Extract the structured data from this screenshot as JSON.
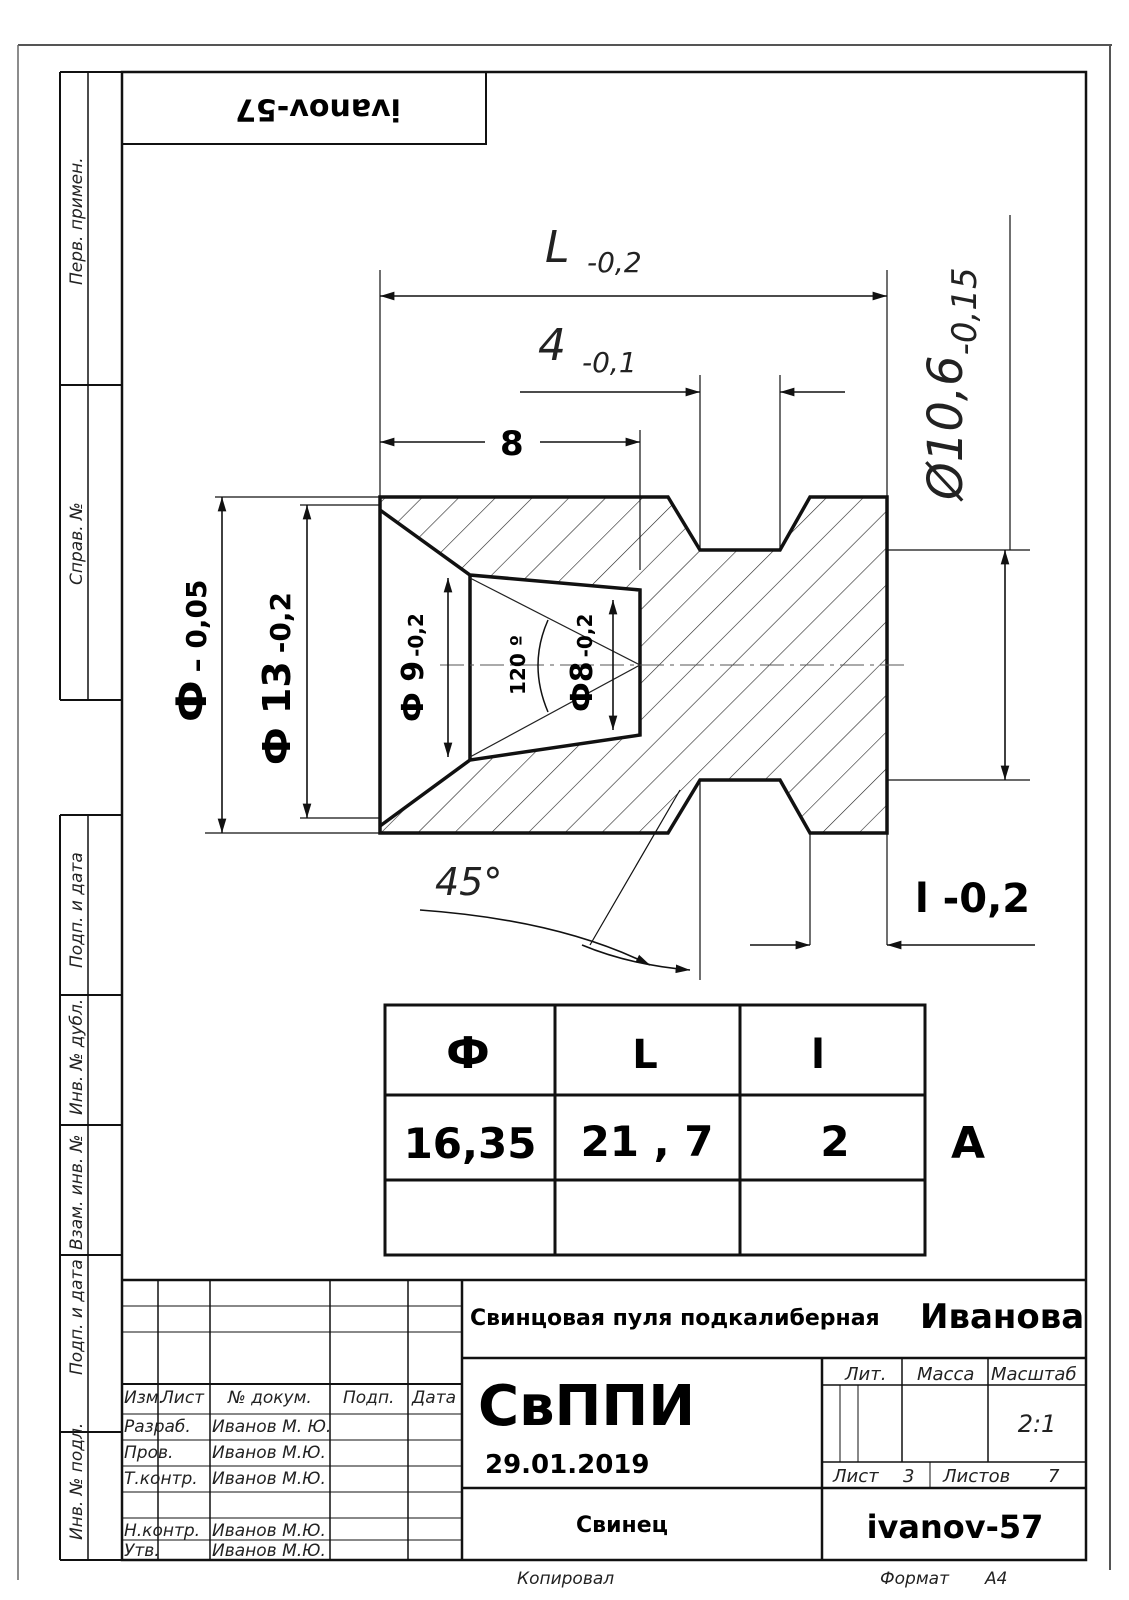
{
  "stamp_top": "ivanov-57",
  "side_labels": {
    "perv_primen": "Перв. примен.",
    "sprav_no": "Справ. №",
    "podp_data_1": "Подп. и дата",
    "inv_dubl": "Инв. № дубл.",
    "vzam_inv": "Взам. инв. №",
    "podp_data_2": "Подп. и дата",
    "inv_podl": "Инв. № подл."
  },
  "dimensions": {
    "L": "L",
    "L_tol": "-0,2",
    "four": "4",
    "four_tol": "-0,1",
    "eight": "8",
    "d106": "Ø10,6",
    "d106_tol": "-0,15",
    "phi": "Ф",
    "phi_tol": "– 0,05",
    "phi13": "Ф 13",
    "phi13_tol": "-0,2",
    "phi9": "Ф 9",
    "phi9_tol": "-0,2",
    "phi8": "Ф8",
    "phi8_tol": "-0,2",
    "angle120": "120 º",
    "angle45": "45°",
    "l_tol": "l -0,2"
  },
  "param_table": {
    "headers": [
      "Ф",
      "L",
      "l"
    ],
    "rows": [
      [
        "16,35",
        "21 , 7",
        "2"
      ],
      [
        "",
        "",
        ""
      ]
    ],
    "variant": "A"
  },
  "title_block": {
    "product_name": "Свинцовая пуля подкалиберная",
    "author": "Иванова",
    "designation": "СвППИ",
    "date": "29.01.2019",
    "material": "Свинец",
    "code": "ivanov-57",
    "col_izm": "Изм.",
    "col_list": "Лист",
    "col_ndokum": "№ докум.",
    "col_podp": "Подп.",
    "col_data": "Дата",
    "r_razrab": "Разраб.",
    "r_prov": "Пров.",
    "r_tkontr": "Т.контр.",
    "r_nkontr": "Н.контр.",
    "r_utv": "Утв.",
    "n_razrab": "Иванов М. Ю.",
    "n_prov": "Иванов М.Ю.",
    "n_tkontr": "Иванов М.Ю.",
    "n_nkontr": "Иванов М.Ю.",
    "n_utv": "Иванов М.Ю.",
    "lit": "Лит.",
    "massa": "Масса",
    "masshtab": "Масштаб",
    "scale": "2:1",
    "list": "Лист",
    "list_no": "3",
    "listov": "Листов",
    "listov_no": "7"
  },
  "footer": {
    "kopiroval": "Копировал",
    "format": "Формат",
    "format_val": "А4"
  }
}
